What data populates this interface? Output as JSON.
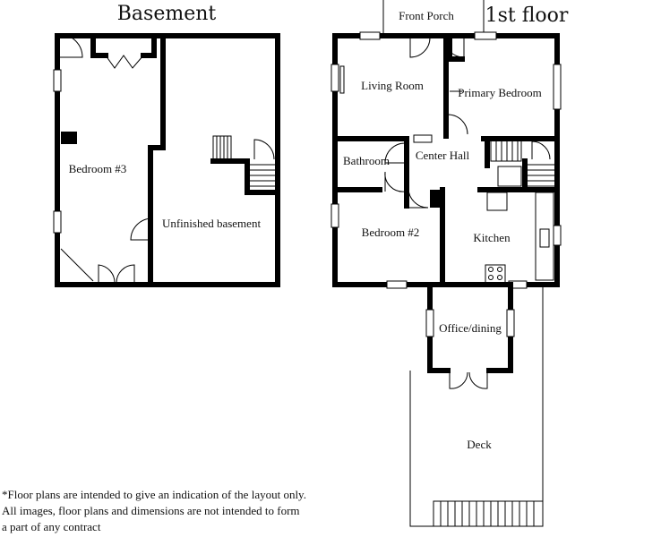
{
  "headings": {
    "basement": "Basement",
    "first_floor": "1st floor"
  },
  "rooms": {
    "bedroom3": "Bedroom #3",
    "unfinished": "Unfinished basement",
    "front_porch": "Front Porch",
    "living_room": "Living Room",
    "primary_bedroom": "Primary Bedroom",
    "bathroom": "Bathroom",
    "center_hall": "Center Hall",
    "bedroom2": "Bedroom #2",
    "kitchen": "Kitchen",
    "office_dining": "Office/dining",
    "deck": "Deck"
  },
  "disclaimer": {
    "line1": "*Floor plans are intended to give an indication of the layout only.",
    "line2": "All images, floor plans and dimensions are not intended to form",
    "line3": "a part of any contract"
  }
}
